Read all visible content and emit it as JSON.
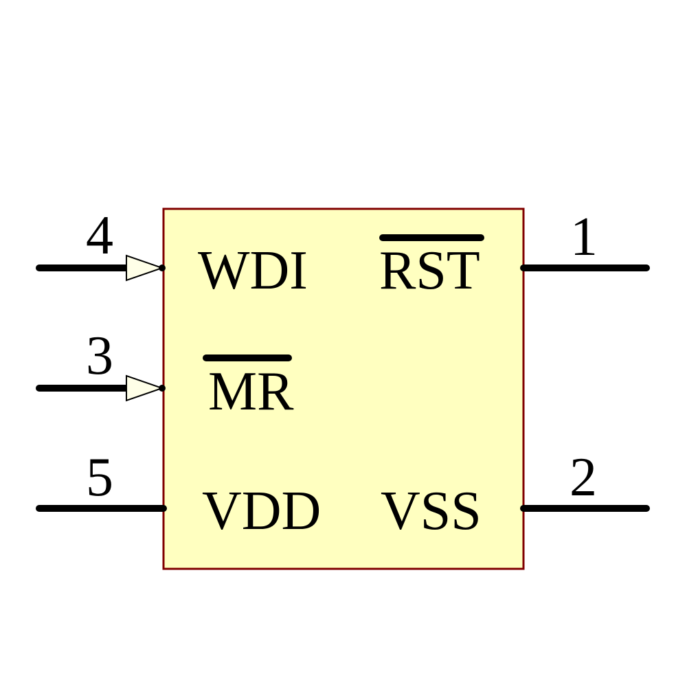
{
  "symbol": {
    "kind": "ic-schematic-symbol",
    "colors": {
      "background": "#FFFFFF",
      "body_fill": "#FFFFC0",
      "body_border": "#800000",
      "wire": "#000000",
      "text": "#000000",
      "arrow_fill": "#FFFFE8"
    },
    "pins": [
      {
        "number": "4",
        "label": "WDI",
        "side": "left",
        "row": "top",
        "arrow": true,
        "active_low": false
      },
      {
        "number": "3",
        "label": "MR",
        "side": "left",
        "row": "middle",
        "arrow": true,
        "active_low": true
      },
      {
        "number": "5",
        "label": "VDD",
        "side": "left",
        "row": "bottom",
        "arrow": false,
        "active_low": false
      },
      {
        "number": "1",
        "label": "RST",
        "side": "right",
        "row": "top",
        "arrow": false,
        "active_low": true
      },
      {
        "number": "2",
        "label": "VSS",
        "side": "right",
        "row": "bottom",
        "arrow": false,
        "active_low": false
      }
    ]
  }
}
